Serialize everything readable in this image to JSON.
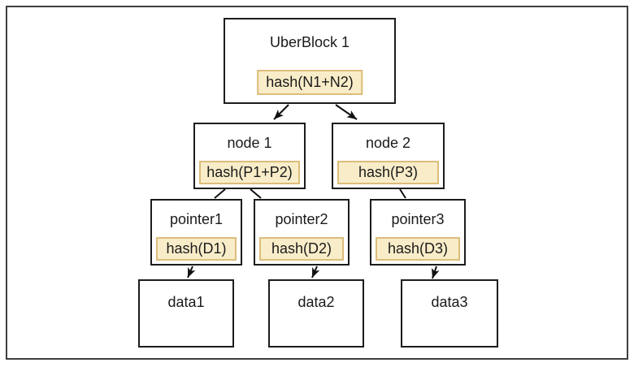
{
  "diagram": {
    "description": "hash tree / merkle tree block diagram",
    "colors": {
      "chip_fill": "#F9EDC9",
      "chip_border": "#DDBD7A",
      "box_border": "#1C1C1C",
      "frame_border": "#3F3F3F",
      "background": "#FFFFFF"
    },
    "nodes": {
      "uberblock": {
        "label": "UberBlock 1",
        "hash": "hash(N1+N2)"
      },
      "node1": {
        "label": "node 1",
        "hash": "hash(P1+P2)"
      },
      "node2": {
        "label": "node 2",
        "hash": "hash(P3)"
      },
      "pointer1": {
        "label": "pointer1",
        "hash": "hash(D1)"
      },
      "pointer2": {
        "label": "pointer2",
        "hash": "hash(D2)"
      },
      "pointer3": {
        "label": "pointer3",
        "hash": "hash(D3)"
      },
      "data1": {
        "label": "data1"
      },
      "data2": {
        "label": "data2"
      },
      "data3": {
        "label": "data3"
      }
    },
    "edges": [
      {
        "from": "uberblock",
        "to": "node1",
        "arrowhead": true
      },
      {
        "from": "uberblock",
        "to": "node2",
        "arrowhead": true
      },
      {
        "from": "node1",
        "to": "pointer1",
        "arrowhead": false
      },
      {
        "from": "node1",
        "to": "pointer2",
        "arrowhead": false
      },
      {
        "from": "node2",
        "to": "pointer3",
        "arrowhead": false
      },
      {
        "from": "pointer1",
        "to": "data1",
        "arrowhead": true
      },
      {
        "from": "pointer2",
        "to": "data2",
        "arrowhead": true
      },
      {
        "from": "pointer3",
        "to": "data3",
        "arrowhead": true
      }
    ]
  }
}
